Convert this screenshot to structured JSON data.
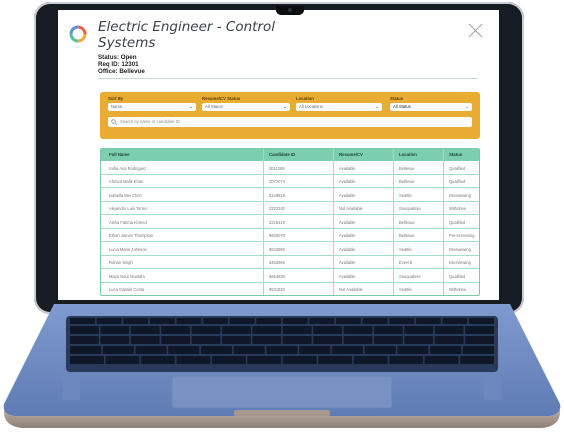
{
  "job": {
    "title": "Electric Engineer - Control Systems",
    "status": "Status: Open",
    "req_id": "Req ID: 12301",
    "office": "Office: Bellevue"
  },
  "filters": {
    "sort_label": "Sort By",
    "sort_value": "Name",
    "resume_label": "Resume/CV Status",
    "resume_value": "All Status",
    "location_label": "Location",
    "location_value": "All Locations",
    "status_label": "Status",
    "status_value": "All Status",
    "search_placeholder": "Search by name or candidate ID"
  },
  "table": {
    "headers": [
      "Full Name",
      "Candidate ID",
      "Resume/CV",
      "Location",
      "Status"
    ],
    "rows": [
      [
        "Sofia Ana Rodriguez",
        "2011289",
        "Available",
        "Bellevue",
        "Qualified"
      ],
      [
        "Ahmed Malik Khan",
        "2072074",
        "Available",
        "Bellevue",
        "Qualified"
      ],
      [
        "Isabella Mei Chen",
        "6148819",
        "Available",
        "Seattle",
        "Interviewing"
      ],
      [
        "Alejandro Luis Torres",
        "2322340",
        "Not Available",
        "Snoqualmie",
        "Withdrew"
      ],
      [
        "Aisha Fatima Ahmed",
        "2216419",
        "Available",
        "Bellevue",
        "Qualified"
      ],
      [
        "Ethan James Thompson",
        "8650070",
        "Available",
        "Bellevue",
        "Pre-screening"
      ],
      [
        "Lucia Marie Johnson",
        "8842860",
        "Available",
        "Seattle",
        "Interviewing"
      ],
      [
        "Rohan Singh",
        "3482866",
        "Available",
        "Everett",
        "Interviewing"
      ],
      [
        "Maya Nour Mustafa",
        "8654830",
        "Available",
        "Snoqualmie",
        "Qualified"
      ],
      [
        "Luca Gabriel Costa",
        "8531820",
        "Not Available",
        "Seattle",
        "Withdrew"
      ]
    ]
  },
  "colors": {
    "filter_bar": "#e8ac32",
    "table_header": "#7ccfae",
    "laptop_body": "#6f8bc0"
  },
  "icons": [
    "app-logo-icon",
    "close-icon",
    "chevron-down-icon",
    "search-icon"
  ]
}
